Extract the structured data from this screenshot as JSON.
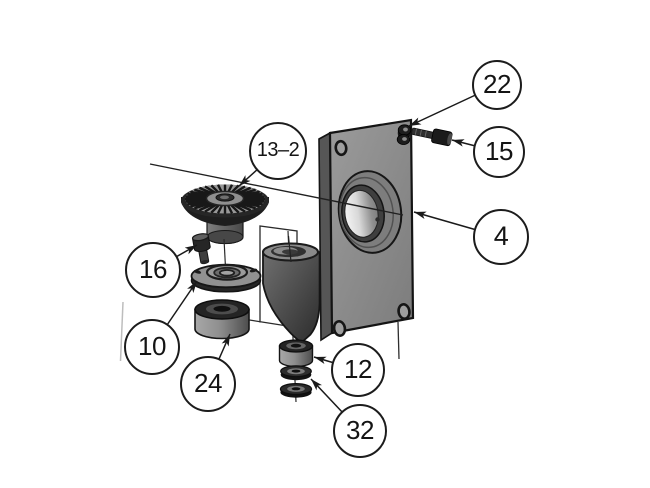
{
  "figure": {
    "kind": "exploded-view-assembly-diagram",
    "background_color": "#ffffff",
    "line_color": "#1a1a1a",
    "palette": {
      "plate_front": "#8d8d8d",
      "plate_side": "#565656",
      "dark_part": "#1f1f1f",
      "mid_gray": "#8f8f8f",
      "bore_highlight": "#f4f4f4",
      "bracket_dark": "#383838"
    },
    "callouts": [
      {
        "label": "13–2",
        "points_to": "bevel-gear"
      },
      {
        "label": "22",
        "points_to": "corner-washers"
      },
      {
        "label": "15",
        "points_to": "cap-screw"
      },
      {
        "label": "4",
        "points_to": "mounting-plate"
      },
      {
        "label": "16",
        "points_to": "set-screw"
      },
      {
        "label": "10",
        "points_to": "flanged-disc"
      },
      {
        "label": "24",
        "points_to": "bushing"
      },
      {
        "label": "12",
        "points_to": "bearing"
      },
      {
        "label": "32",
        "points_to": "washer-stack"
      }
    ],
    "parts": [
      "bevel-gear",
      "gear-hub",
      "set-screw",
      "flanged-disc",
      "bushing",
      "bracket-housing",
      "phantom-plane",
      "mounting-plate",
      "bore-boss",
      "corner-washers",
      "cap-screw",
      "bearing",
      "washer-stack"
    ]
  }
}
